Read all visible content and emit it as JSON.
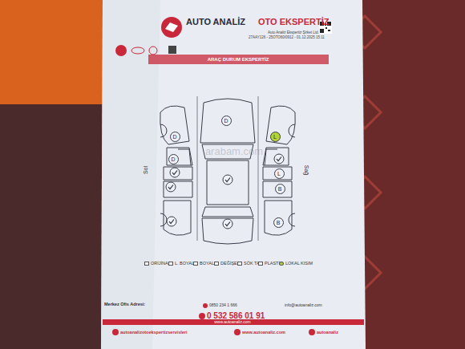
{
  "diagram": {
    "title": "AUTO ANALİZ",
    "nodes": [
      {
        "text": [
          "D"
        ]
      },
      {
        "text": [
          "D"
        ]
      },
      {
        "text": [
          "L"
        ]
      },
      {
        "text": [
          "D"
        ]
      },
      {
        "text": [
          "L"
        ]
      },
      {
        "text": [
          "B"
        ]
      },
      {
        "text": [
          "B"
        ]
      }
    ],
    "labels": [
      "OTO EKSPERTİZ",
      "Auto Analiz Ekspertiz Şirket Ltd.",
      "27AAY126 - 25OTO60/0912 - 01.12.2025 15:11",
      "ARAÇ DURUM EKSPERTİZ",
      "Sol",
      "Sağ",
      "arabam.com",
      "Merkez Ofis Adresi:",
      "0850 234 1 666",
      "0 532 586 01 91",
      "info@autoanaliz.com",
      "www.autoanaliz.com",
      "autoanalizotoekspertizservisleri",
      "www.autoanaliz.com",
      "autoanaliz"
    ],
    "legend": [
      {
        "text": "ORİJİNAL"
      },
      {
        "text": "L. BOYALI"
      },
      {
        "text": "BOYALI"
      },
      {
        "text": "DEĞİŞEN"
      },
      {
        "text": "SÖK TAK"
      },
      {
        "text": "PLASTİK"
      },
      {
        "text": "LOKAL KISIM",
        "color": "#b5d334"
      }
    ]
  }
}
